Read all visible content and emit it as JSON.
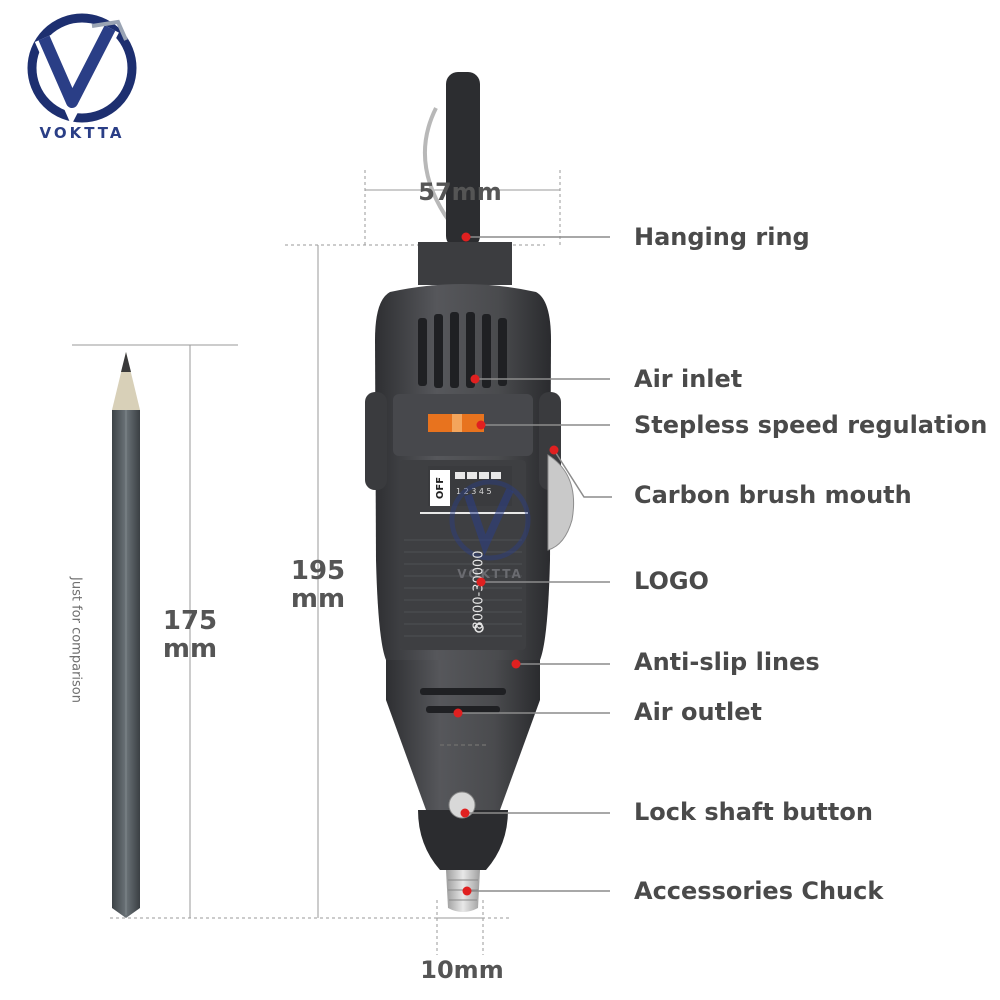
{
  "brand": {
    "name": "VOKTTA",
    "colors": {
      "blue": "#2a3e86",
      "dark_blue": "#1d2f70",
      "silver": "#9aa4b4"
    }
  },
  "dimensions": {
    "top_width": "57mm",
    "tool_length_value": "195",
    "tool_length_unit": "mm",
    "pencil_length_value": "175",
    "pencil_length_unit": "mm",
    "tip_width": "10mm"
  },
  "comparison_note": "Just for comparison",
  "tool_markings": {
    "off": "OFF",
    "speed_marks": "1 2 3 4 5",
    "speed_range": "8000-30000",
    "body_logo": "VOKTTA"
  },
  "callouts": [
    {
      "key": "hanging-ring",
      "text": "Hanging ring"
    },
    {
      "key": "air-inlet",
      "text": "Air inlet"
    },
    {
      "key": "speed-regulation",
      "text": "Stepless speed regulation"
    },
    {
      "key": "carbon-brush",
      "text": "Carbon brush mouth"
    },
    {
      "key": "logo",
      "text": "LOGO"
    },
    {
      "key": "anti-slip",
      "text": "Anti-slip lines"
    },
    {
      "key": "air-outlet",
      "text": "Air outlet"
    },
    {
      "key": "lock-shaft",
      "text": "Lock shaft button"
    },
    {
      "key": "chuck",
      "text": "Accessories Chuck"
    }
  ],
  "colors": {
    "tool_body": "#4a4b4e",
    "tool_dark": "#2c2d30",
    "speed_window": "#e8731e",
    "marker_dot": "#e02020",
    "leader_line": "#8c8c8c",
    "label_text": "#4a4a4a"
  }
}
